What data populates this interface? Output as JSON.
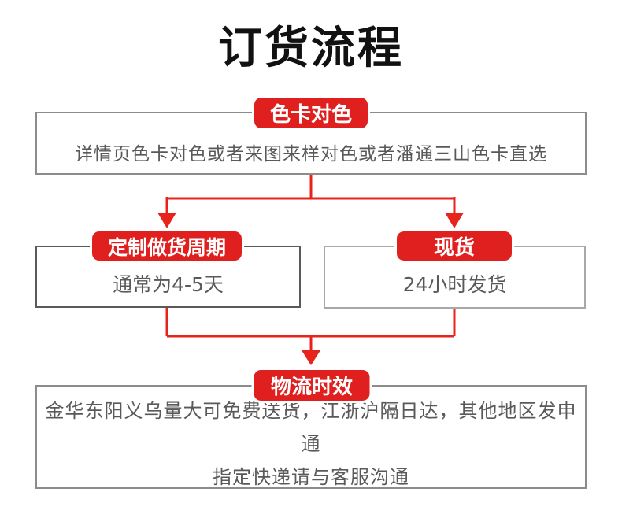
{
  "page_title": "订货流程",
  "colors": {
    "badge_red": "#e01f1f",
    "arrow_red": "#e8231c",
    "box_border": "#8c8c8c",
    "body_text": "#595959",
    "title_text": "#111111"
  },
  "flow": {
    "step1": {
      "badge": "色卡对色",
      "text": "详情页色卡对色或者来图来样对色或者潘通三山色卡直选"
    },
    "step2_left": {
      "badge": "定制做货周期",
      "text": "通常为4-5天"
    },
    "step2_right": {
      "badge": "现货",
      "text": "24小时发货"
    },
    "step3": {
      "badge": "物流时效",
      "text_line1": "金华东阳义乌量大可免费送货，江浙沪隔日达，其他地区发申通",
      "text_line2": "指定快递请与客服沟通"
    }
  }
}
